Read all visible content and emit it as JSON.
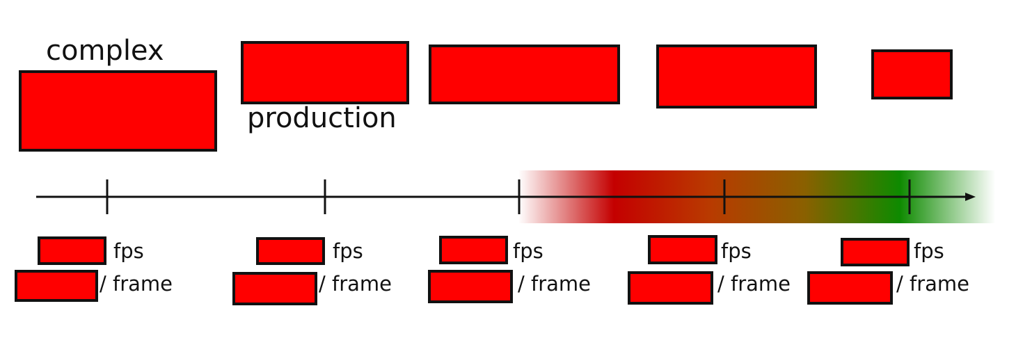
{
  "labels": {
    "top_left": "complex",
    "top_second": "production"
  },
  "milestones": [
    {
      "rate_unit": "fps",
      "time_unit": "/ frame"
    },
    {
      "rate_unit": "fps",
      "time_unit": "/ frame"
    },
    {
      "rate_unit": "fps",
      "time_unit": "/ frame"
    },
    {
      "rate_unit": "fps",
      "time_unit": "/ frame"
    },
    {
      "rate_unit": "fps",
      "time_unit": "/ frame"
    }
  ],
  "colors": {
    "redacted_fill": "#ff0000",
    "axis": "#111111",
    "band_red": "#c40000",
    "band_green": "#0e8a00"
  }
}
